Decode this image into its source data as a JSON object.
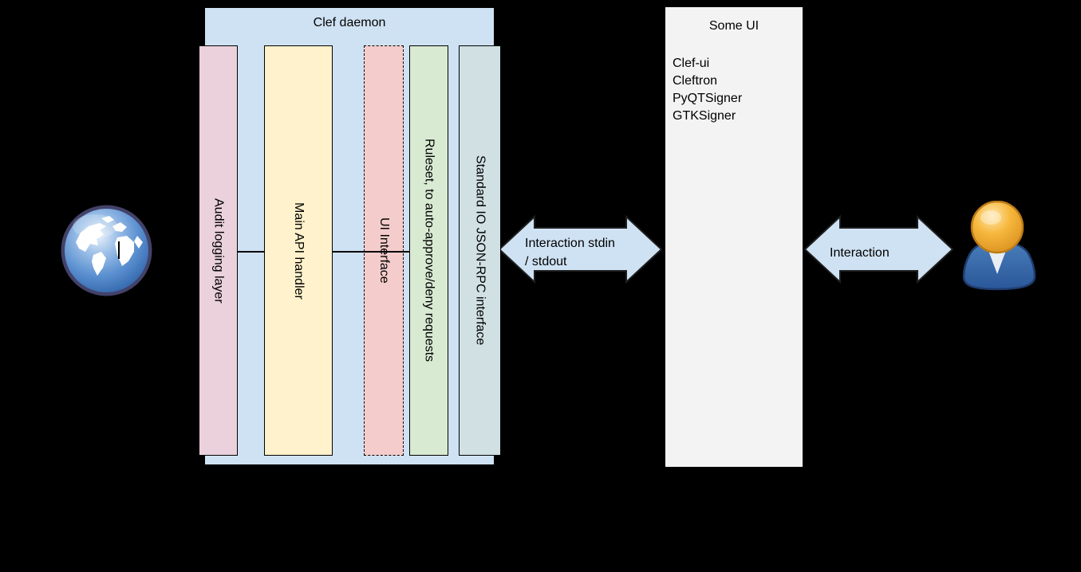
{
  "palette": {
    "background": "#000000",
    "container_blue": "#cfe2f3",
    "audit_pink": "#ead1dc",
    "api_yellow": "#fff2cc",
    "ui_interface_red": "#f4cccc",
    "ruleset_green": "#d9ead3",
    "stdio_cyan": "#d0e0e3",
    "some_ui_gray": "#f3f3f3",
    "arrow_fill": "#cfe2f3",
    "text": "#000000"
  },
  "clef_daemon": {
    "title": "Clef daemon",
    "layers": [
      {
        "label": "Audit logging layer"
      },
      {
        "label": "Main API handler"
      },
      {
        "label": "UI Interface"
      },
      {
        "label": "Ruleset, to auto-approve/deny requests"
      },
      {
        "label": "Standard IO JSON-RPC interface"
      }
    ]
  },
  "connections": {
    "daemon_to_ui": {
      "label_line1": "Interaction stdin",
      "label_line2": "/ stdout"
    },
    "ui_to_user": {
      "label": "Interaction"
    }
  },
  "some_ui": {
    "title": "Some UI",
    "items": [
      "Clef-ui",
      "Cleftron",
      "PyQTSigner",
      "GTKSigner"
    ]
  },
  "icons": {
    "left": "globe-icon",
    "right": "user-icon"
  }
}
